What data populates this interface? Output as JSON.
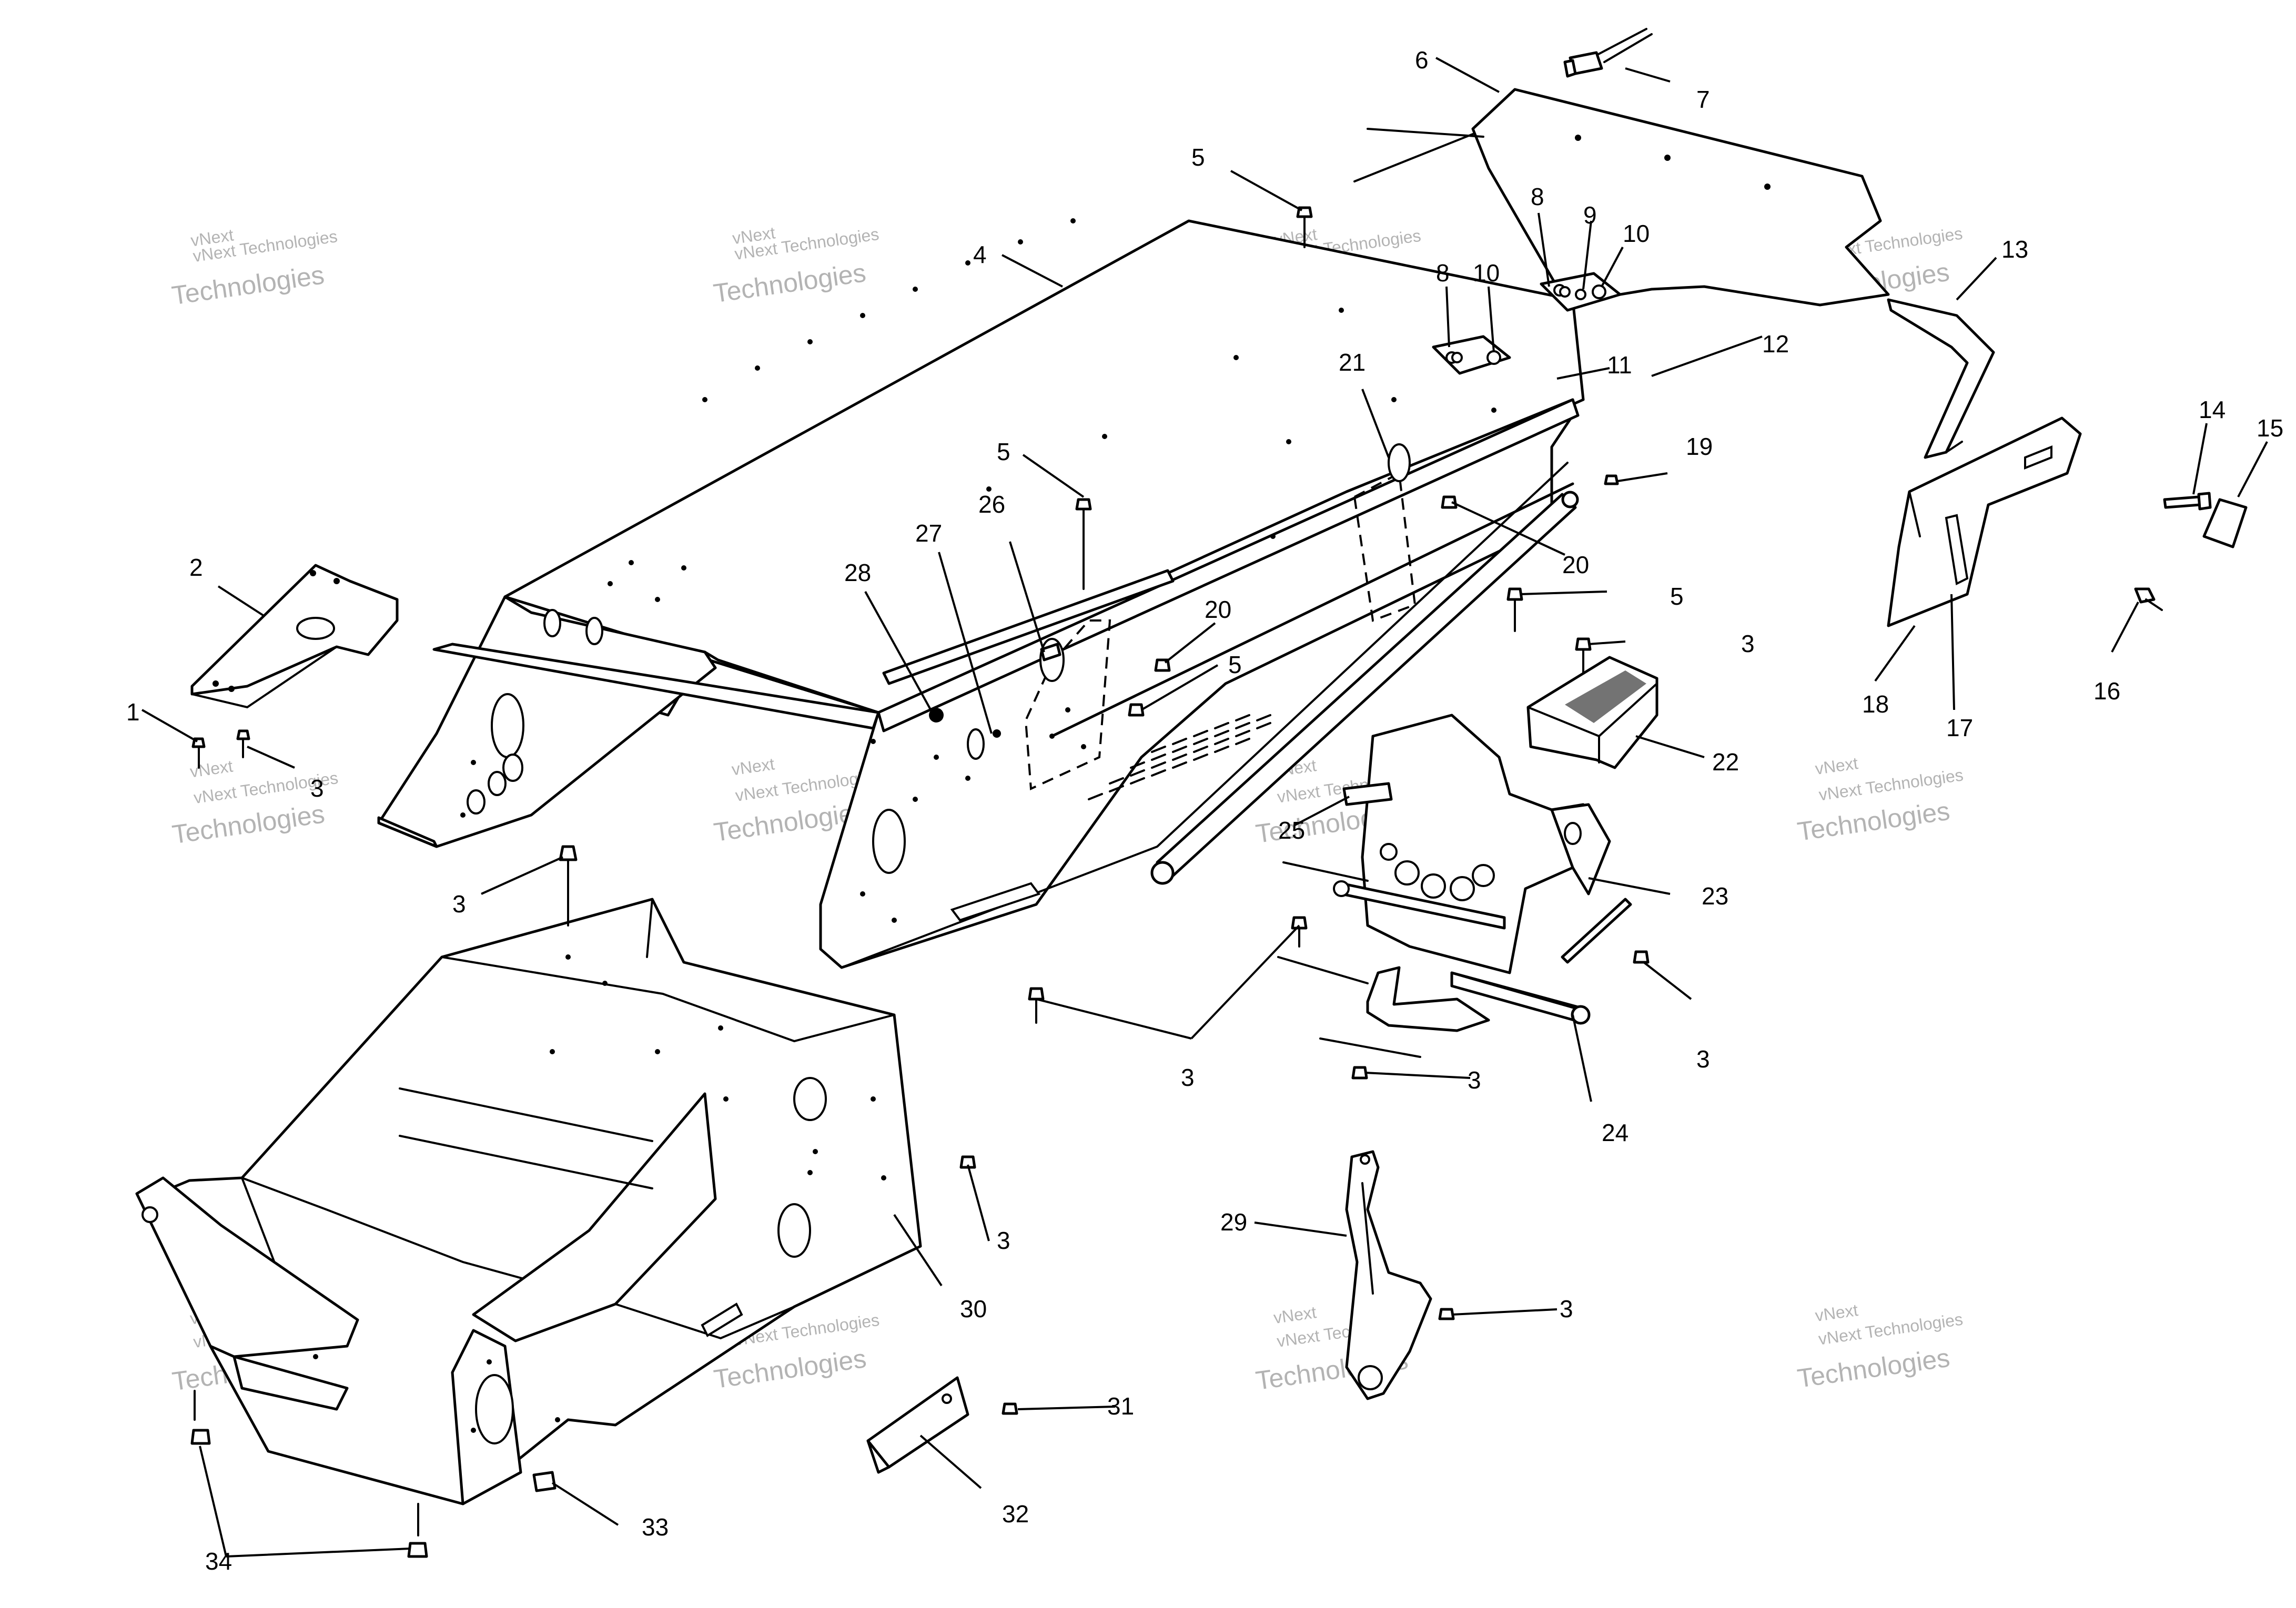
{
  "watermark": {
    "brand_script": "vNext",
    "line": "vNext Technologies",
    "big": "Technologies"
  },
  "callouts": [
    "1",
    "2",
    "3",
    "3",
    "3",
    "3",
    "3",
    "3",
    "3",
    "3",
    "3",
    "4",
    "5",
    "5",
    "5",
    "5",
    "5",
    "6",
    "7",
    "8",
    "8",
    "9",
    "10",
    "10",
    "11",
    "12",
    "13",
    "14",
    "15",
    "16",
    "17",
    "18",
    "19",
    "20",
    "20",
    "21",
    "22",
    "23",
    "24",
    "25",
    "26",
    "27",
    "28",
    "29",
    "30",
    "31",
    "32",
    "33",
    "34"
  ]
}
